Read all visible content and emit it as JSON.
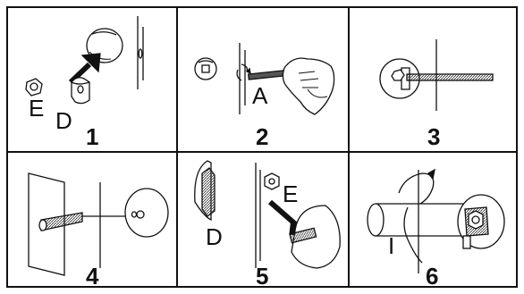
{
  "panels": [
    {
      "step": "1",
      "letters": [
        "E",
        "D"
      ]
    },
    {
      "step": "2",
      "letters": [
        "A"
      ]
    },
    {
      "step": "3",
      "letters": []
    },
    {
      "step": "4",
      "letters": []
    },
    {
      "step": "5",
      "letters": [
        "E",
        "D"
      ]
    },
    {
      "step": "6",
      "letters": [
        "I"
      ]
    }
  ],
  "colors": {
    "line": "#111111",
    "background": "#ffffff",
    "hatch": "#555555"
  }
}
